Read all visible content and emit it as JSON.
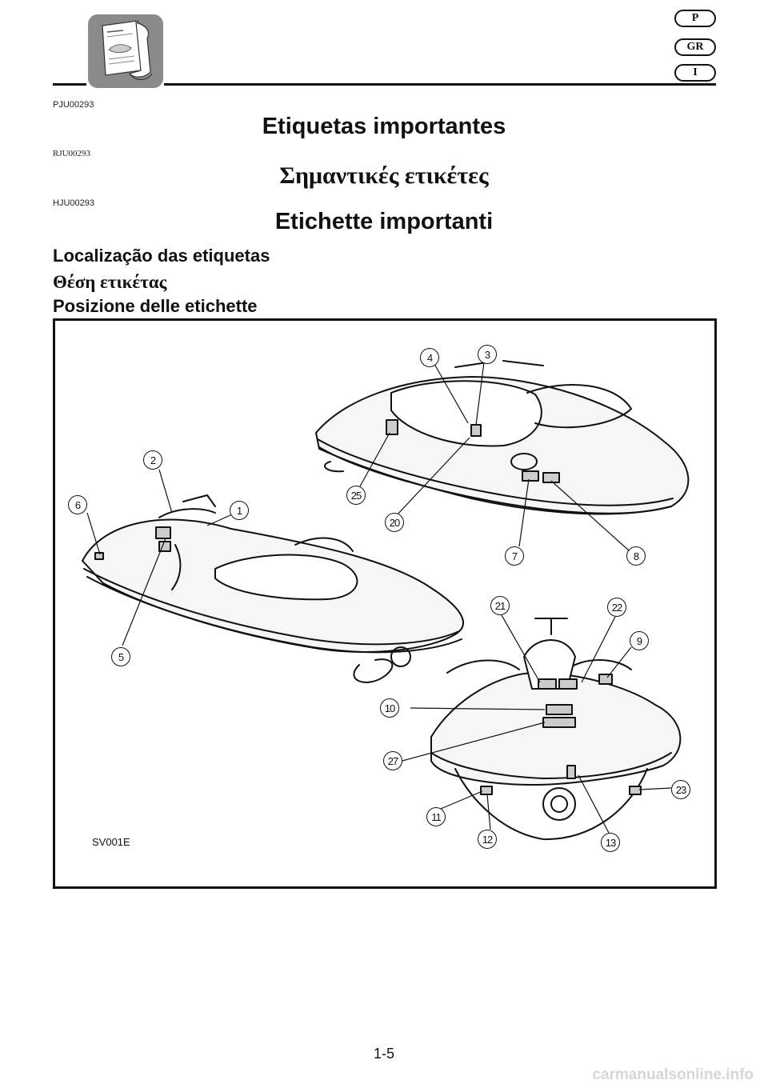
{
  "header": {
    "icon_name": "owners-manual-icon",
    "languages": [
      "P",
      "GR",
      "I"
    ]
  },
  "sections": [
    {
      "code": "PJU00293",
      "title": "Etiquetas importantes"
    },
    {
      "code": "RJU00293",
      "title": "Σημαντικές ετικέτες"
    },
    {
      "code": "HJU00293",
      "title": "Etichette importanti"
    }
  ],
  "subtitles": [
    "Localização das etiquetas",
    "Θέση ετικέτας",
    "Posizione delle etichette"
  ],
  "figure": {
    "code": "SV001E",
    "callouts": [
      "1",
      "2",
      "3",
      "4",
      "5",
      "6",
      "7",
      "8",
      "9",
      "10",
      "11",
      "12",
      "13",
      "20",
      "21",
      "22",
      "23",
      "25",
      "27"
    ]
  },
  "footer": {
    "page_number": "1-5",
    "watermark": "carmanualsonline.info"
  }
}
